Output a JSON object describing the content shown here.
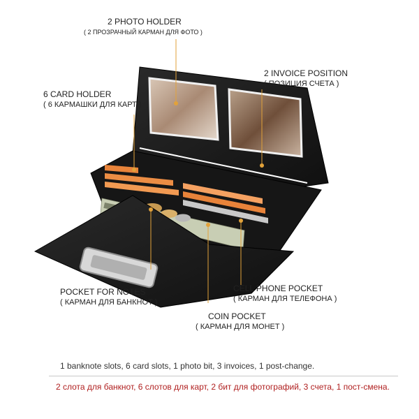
{
  "callouts": {
    "photo_holder": {
      "title": "2 PHOTO HOLDER",
      "subtitle": "( 2 ПРОЗРАЧНЫЙ КАРМАН ДЛЯ ФОТО )"
    },
    "invoice_position": {
      "title": "2 INVOICE POSITION",
      "subtitle": "( ПОЗИЦИЯ СЧЕТА )"
    },
    "card_holder": {
      "title": "6 CARD HOLDER",
      "subtitle": "( 6 КАРМАШКИ ДЛЯ КАРТ )"
    },
    "pocket_notes": {
      "title": "POCKET FOR NOTES",
      "subtitle": "( КАРМАН ДЛЯ БАНКНОТ )"
    },
    "cell_phone": {
      "title": "CELL PHONE POCKET",
      "subtitle": "( КАРМАН ДЛЯ ТЕЛЕФОНА )"
    },
    "coin_pocket": {
      "title": "COIN POCKET",
      "subtitle": "( КАРМАН ДЛЯ МОНЕТ )"
    }
  },
  "captions": {
    "english": "1 banknote slots, 6 card slots, 1 photo bit,  3 invoices, 1 post-change.",
    "russian": "2 слота для банкнот, 6 слотов для карт, 2 бит для фотографий, 3 счета, 1 пост-смена."
  },
  "colors": {
    "leader_line": "#e2a23a",
    "leather": "#1b1b1b",
    "card_orange": "#e8833a",
    "caption_russian": "#b02020"
  }
}
